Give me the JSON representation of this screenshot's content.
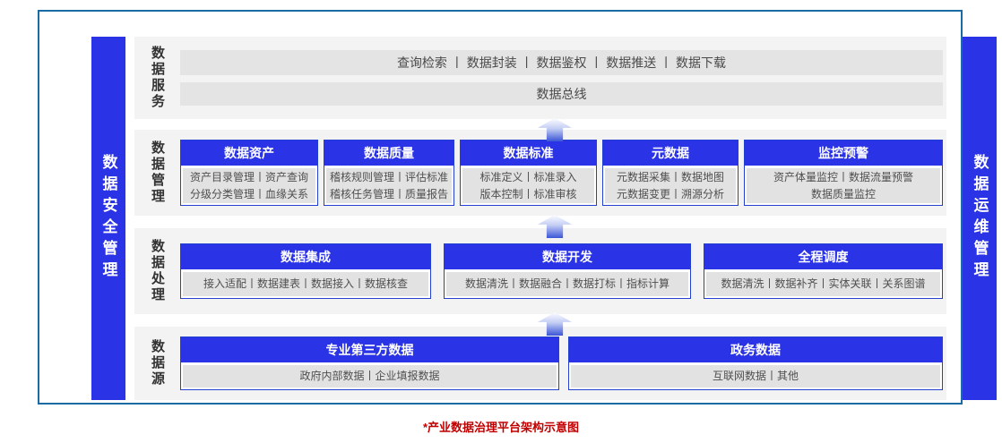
{
  "caption": "*产业数据治理平台架构示意图",
  "colors": {
    "accent_blue": "#2b33e6",
    "frame_border": "#1a6aa3",
    "caption_red": "#c00000",
    "panel_gray": "#f3f3f4"
  },
  "sidebars": {
    "left": "数据安全管理",
    "right": "数据运维管理"
  },
  "service_row": {
    "label": "数据服务",
    "bar1": "查询检索 丨 数据封装 丨 数据鉴权 丨 数据推送 丨 数据下载",
    "bar2": "数据总线"
  },
  "management_row": {
    "label": "数据管理",
    "boxes": [
      {
        "title": "数据资产",
        "line1": "资产目录管理丨资产查询",
        "line2": "分级分类管理丨血缘关系"
      },
      {
        "title": "数据质量",
        "line1": "稽核规则管理丨评估标准",
        "line2": "稽核任务管理丨质量报告"
      },
      {
        "title": "数据标准",
        "line1": "标准定义丨标准录入",
        "line2": "版本控制丨标准审核"
      },
      {
        "title": "元数据",
        "line1": "元数据采集丨数据地图",
        "line2": "元数据变更丨溯源分析"
      },
      {
        "title": "监控预警",
        "line1": "资产体量监控丨数据流量预警",
        "line2": "数据质量监控"
      }
    ]
  },
  "processing_row": {
    "label": "数据处理",
    "boxes": [
      {
        "title": "数据集成",
        "line1": "接入适配丨数据建表丨数据接入丨数据核查"
      },
      {
        "title": "数据开发",
        "line1": "数据清洗丨数据融合丨数据打标丨指标计算"
      },
      {
        "title": "全程调度",
        "line1": "数据清洗丨数据补齐丨实体关联丨关系图谱"
      }
    ]
  },
  "source_row": {
    "label": "数据源",
    "boxes": [
      {
        "title": "专业第三方数据",
        "line1": "政府内部数据丨企业填报数据"
      },
      {
        "title": "政务数据",
        "line1": "互联网数据丨其他"
      }
    ]
  }
}
